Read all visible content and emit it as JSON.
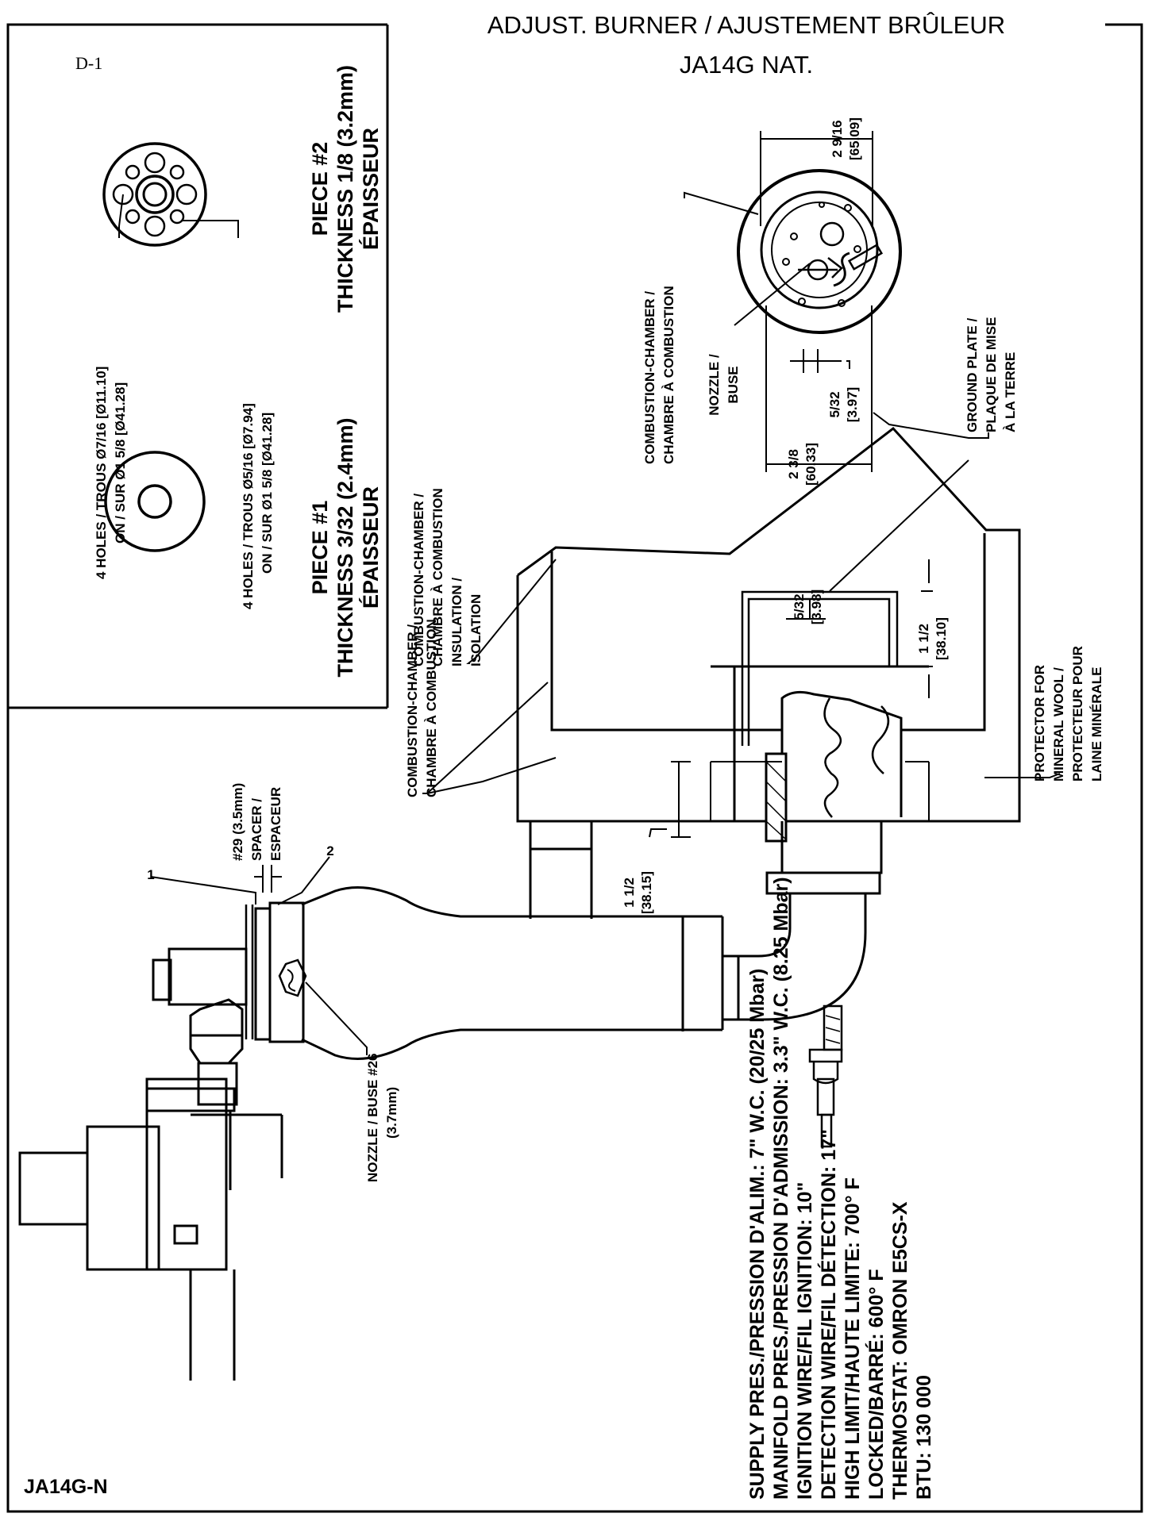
{
  "header": {
    "title": "ADJUST. BURNER / AJUSTEMENT BRÛLEUR",
    "model": "JA14G NAT."
  },
  "inset": {
    "figure_id": "D-1",
    "piece1": {
      "title": "PIECE #1",
      "thickness": "THICKNESS 3/32 (2.4mm)",
      "thickness_fr": "ÉPAISSEUR"
    },
    "piece2": {
      "title": "PIECE #2",
      "thickness": "THICKNESS 1/8 (3.2mm)",
      "thickness_fr": "ÉPAISSEUR"
    },
    "holes_large": [
      "4 HOLES / TROUS Ø7/16 [Ø11.10]",
      "ON / SUR Ø1 5/8 [Ø41.28]"
    ],
    "holes_small": [
      "4 HOLES / TROUS Ø5/16 [Ø7.94]",
      "ON / SUR Ø1 5/8 [Ø41.28]"
    ]
  },
  "labels": {
    "combustion_chamber_top": [
      "COMBUSTION-CHAMBER /",
      "CHAMBRE À COMBUSTION"
    ],
    "nozzle_top": [
      "NOZZLE /",
      "BUSE"
    ],
    "ground_plate": [
      "GROUND PLATE /",
      "PLAQUE DE MISE",
      "À LA TERRE"
    ],
    "insulation": [
      "COMBUSTION-CHAMBER /",
      "CHAMBRE À COMBUSTION",
      "INSULATION /",
      "ISOLATION"
    ],
    "chamber_side": [
      "COMBUSTION-CHAMBER /",
      "CHAMBRE À COMBUSTION"
    ],
    "protector": [
      "PROTECTOR FOR",
      "MINERAL WOOL /",
      "PROTECTEUR POUR",
      "LAINE MINÉRALE"
    ],
    "spacer": [
      "#29 (3.5mm)",
      "SPACER /",
      "ESPACEUR"
    ],
    "nozzle_bottom": [
      "NOZZLE / BUSE #26",
      "(3.7mm)"
    ],
    "callout_1": "1",
    "callout_2": "2"
  },
  "dimensions": {
    "d_2_9_16": [
      "2 9/16",
      "[65.09]"
    ],
    "d_2_3_8": [
      "2 3/8",
      "[60.33]"
    ],
    "d_5_32_a": [
      "5/32",
      "[3.97]"
    ],
    "d_5_32_b": [
      "5/32",
      "[3.98]"
    ],
    "d_1_1_2_right": [
      "1 1/2",
      "[38.10]"
    ],
    "d_1_1_2_left": [
      "1 1/2",
      "[38.15]"
    ]
  },
  "specs": [
    "SUPPLY PRES./PRESSION D'ALIM.: 7\" W.C. (20/25 Mbar)",
    "MANIFOLD PRES./PRESSION D'ADMISSION: 3.3\" W.C. (8.25 Mbar)",
    "IGNITION WIRE/FIL IGNITION: 10\"",
    "DETECTION WIRE/FIL DÉTECTION: 17\"",
    "HIGH LIMIT/HAUTE LIMITE: 700° F",
    "LOCKED/BARRÉ: 600° F",
    "THERMOSTAT: OMRON E5CS-X",
    "BTU: 130 000"
  ],
  "footer": {
    "model_code": "JA14G-N"
  }
}
